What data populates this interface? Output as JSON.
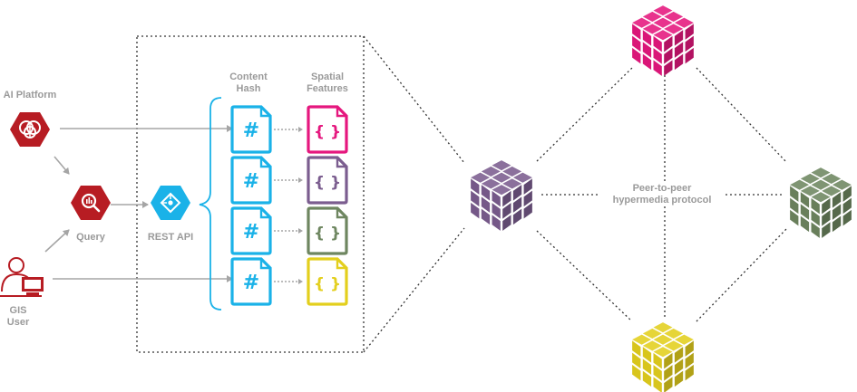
{
  "labels": {
    "ai_platform": "AI Platform",
    "query": "Query",
    "rest_api": "REST API",
    "gis_user_line1": "GIS",
    "gis_user_line2": "User",
    "content_hash_line1": "Content",
    "content_hash_line2": "Hash",
    "spatial_features_line1": "Spatial",
    "spatial_features_line2": "Features",
    "p2p_line1": "Peer-to-peer",
    "p2p_line2": "hypermedia protocol"
  },
  "glyphs": {
    "hash": "#",
    "braces": "{ }"
  },
  "colors": {
    "red": "#b71c23",
    "blue": "#1ab2e8",
    "magenta": "#e5177e",
    "purple": "#7b5d8f",
    "green": "#6e8660",
    "yellow": "#e3cf1d",
    "arrow": "#a5a5a5",
    "dotted": "#333333",
    "label": "#9a9a9a"
  },
  "icons": {
    "ai_platform": "ai-platform-hexagon-icon",
    "query": "query-hexagon-icon",
    "rest_api": "rest-api-hexagon-icon",
    "gis_user": "user-computer-icon",
    "hash_doc": "hash-document-icon",
    "feature_doc": "braces-document-icon",
    "cube": "storage-cube-icon"
  },
  "hash_documents": [
    {
      "color_key": "blue"
    },
    {
      "color_key": "blue"
    },
    {
      "color_key": "blue"
    },
    {
      "color_key": "blue"
    }
  ],
  "feature_documents": [
    {
      "color_key": "magenta"
    },
    {
      "color_key": "purple"
    },
    {
      "color_key": "green"
    },
    {
      "color_key": "yellow"
    }
  ],
  "peer_nodes": [
    {
      "id": "left",
      "color_key": "purple"
    },
    {
      "id": "top",
      "color_key": "magenta"
    },
    {
      "id": "right",
      "color_key": "green"
    },
    {
      "id": "bottom",
      "color_key": "yellow"
    }
  ]
}
